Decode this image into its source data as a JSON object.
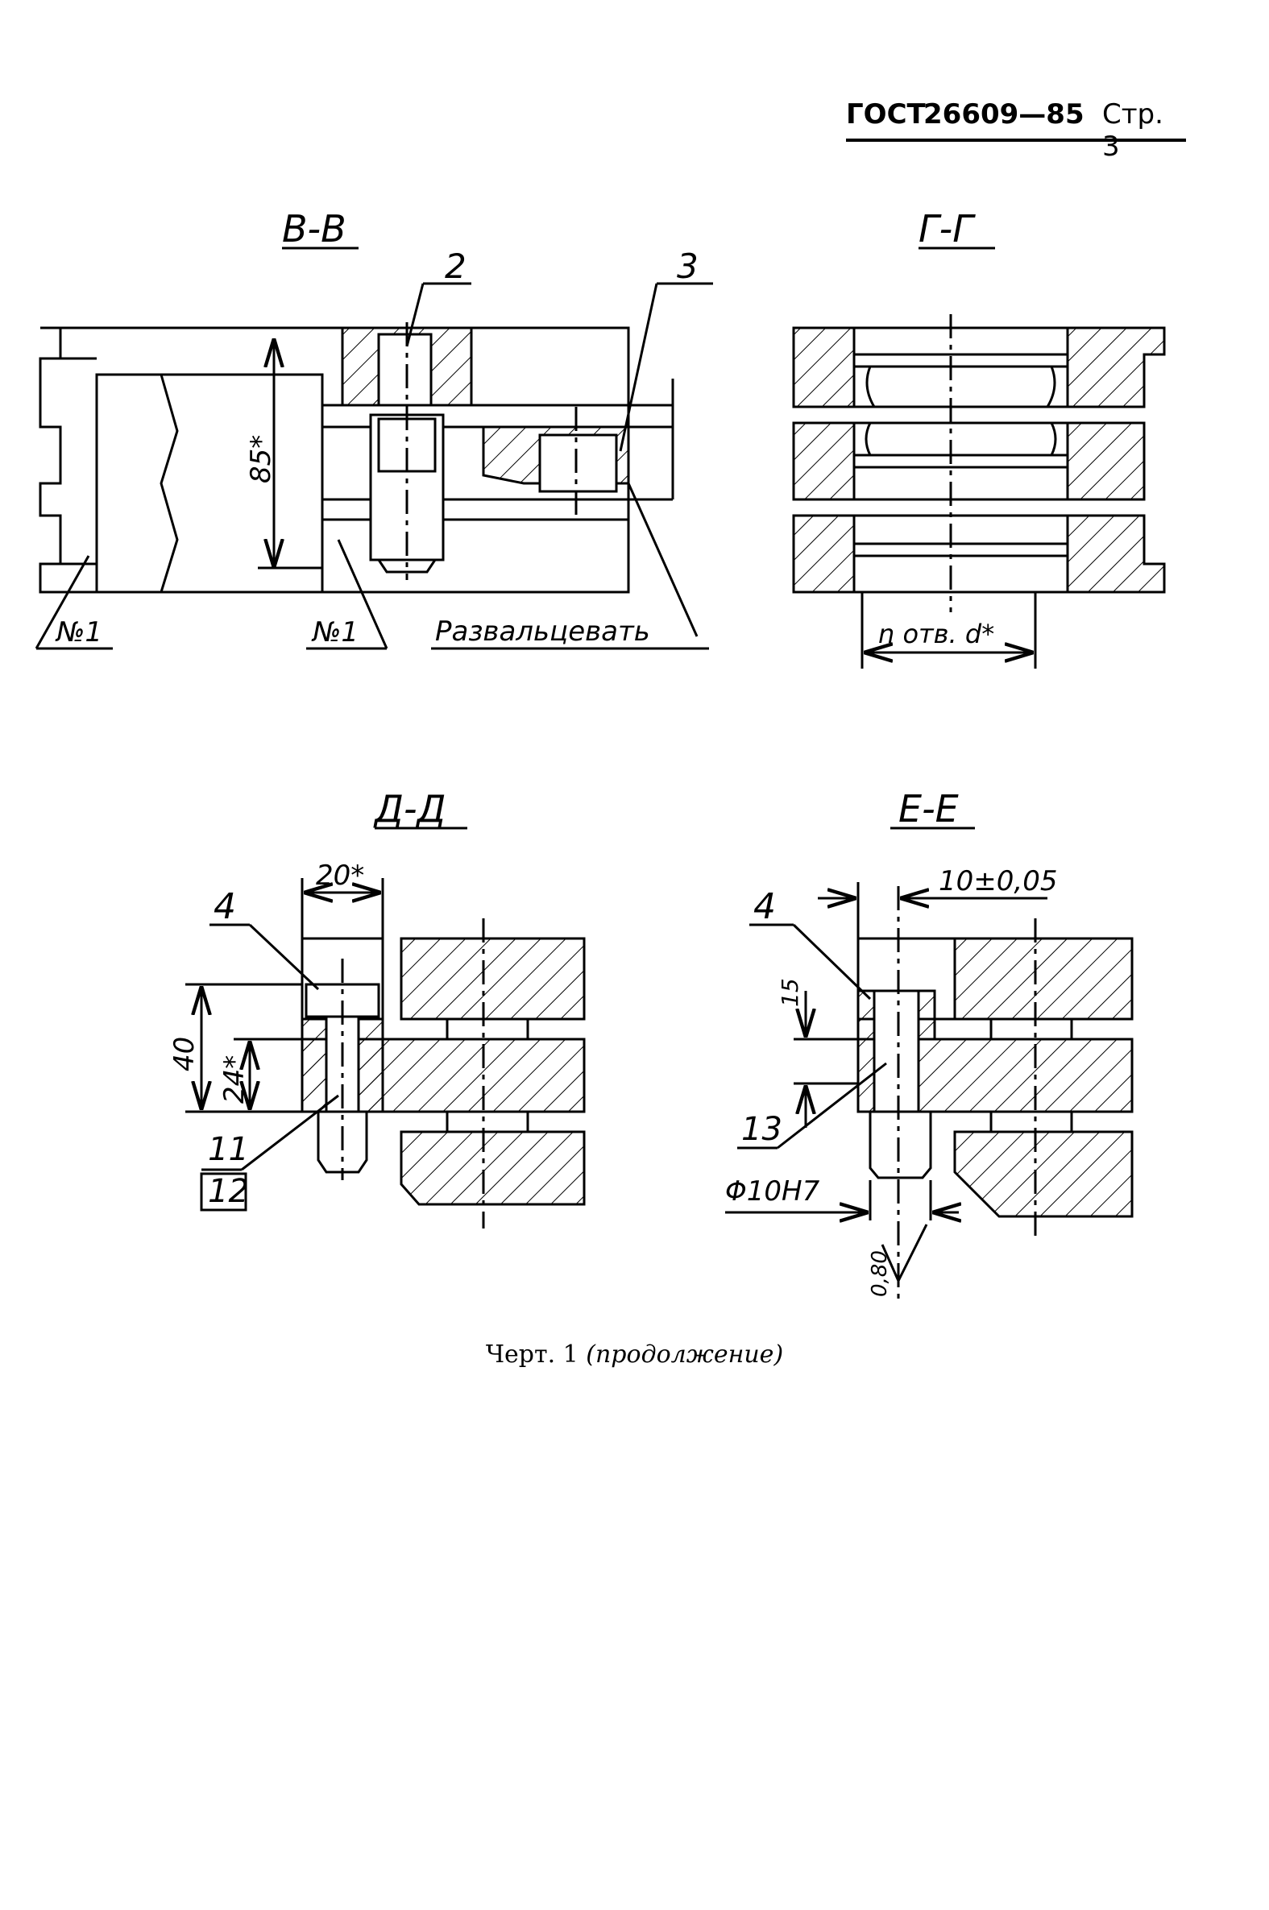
{
  "header": {
    "standard": "ГОСТ",
    "number": "26609—85",
    "page": "Стр. 3"
  },
  "sections": {
    "vv": {
      "title": "В-В",
      "callout_2": "2",
      "callout_3": "3",
      "dim_85": "85*",
      "label_no1_left": "№1",
      "label_no1_right": "№1",
      "note": "Развальцевать"
    },
    "gg": {
      "title": "Г-Г",
      "dim_holes": "n отв. d*"
    },
    "dd": {
      "title": "Д-Д",
      "dim_20": "20*",
      "dim_40": "40",
      "dim_24": "24*",
      "callout_4": "4",
      "callout_11": "11",
      "callout_12": "12"
    },
    "ee": {
      "title": "Е-Е",
      "dim_10": "10±0,05",
      "dim_15": "15",
      "callout_4": "4",
      "callout_13": "13",
      "fit": "Φ10Н7",
      "roughness": "0,80"
    }
  },
  "caption": {
    "main": "Черт. 1",
    "italic": "(продолжение)"
  }
}
